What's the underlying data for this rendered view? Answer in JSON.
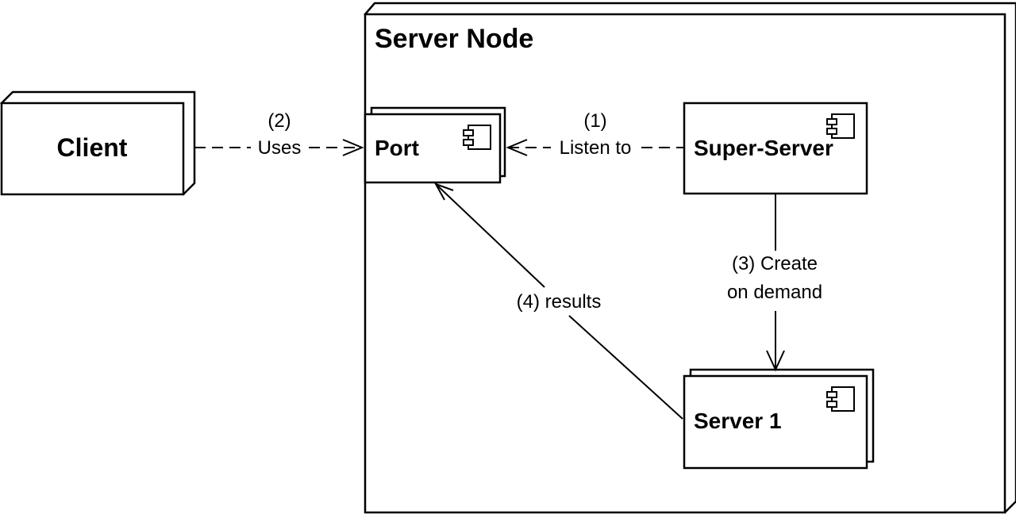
{
  "diagram": {
    "type": "uml-deployment-diagram",
    "colors": {
      "line": "#000000",
      "background": "#ffffff"
    },
    "nodes": {
      "client": {
        "label": "Client"
      },
      "server_node": {
        "label": "Server Node"
      }
    },
    "components": {
      "port": {
        "label": "Port",
        "icon": "component-icon"
      },
      "super_server": {
        "label": "Super-Server",
        "icon": "component-icon"
      },
      "server1": {
        "label": "Server 1",
        "icon": "component-icon"
      }
    },
    "edges": {
      "uses": {
        "step": "(2)",
        "label": "Uses",
        "from": "Client",
        "to": "Port",
        "style": "dashed"
      },
      "listen": {
        "step": "(1)",
        "label": "Listen to",
        "from": "Super-Server",
        "to": "Port",
        "style": "dashed"
      },
      "create": {
        "line1": "(3) Create",
        "line2": "on demand",
        "from": "Super-Server",
        "to": "Server 1",
        "style": "solid"
      },
      "results": {
        "label": "(4) results",
        "from": "Server 1",
        "to": "Port",
        "style": "solid"
      }
    }
  }
}
